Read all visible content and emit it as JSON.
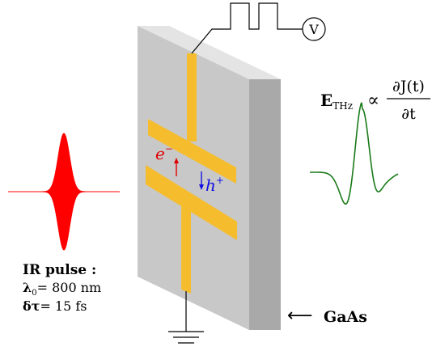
{
  "figure": {
    "pulse_label": {
      "title": "IR pulse :",
      "wavelength_sym": "λ",
      "wavelength_sub": "0",
      "wavelength_eq": "= 800 nm",
      "duration_sym": "δτ",
      "duration_eq": "= 15 fs"
    },
    "voltmeter_symbol": "V",
    "electron_label": "e",
    "electron_sup": "−",
    "hole_label": "h",
    "hole_sup": "+",
    "material_arrow": "⟵",
    "material_label": "GaAs",
    "formula": {
      "lhs_main": "E",
      "lhs_sub": "THz",
      "proportional": "∝",
      "numerator": "∂J(t)",
      "denominator": "∂t"
    }
  },
  "colors": {
    "slab_front": "#c8c8c8",
    "slab_side": "#a9a9a9",
    "slab_top": "#e4e4e4",
    "antenna": "#f5bd2e",
    "pulse": "#ff0000",
    "thz_wave": "#1a7a1a",
    "electron": "#e00000",
    "hole": "#1010e0",
    "wire": "#000000"
  }
}
